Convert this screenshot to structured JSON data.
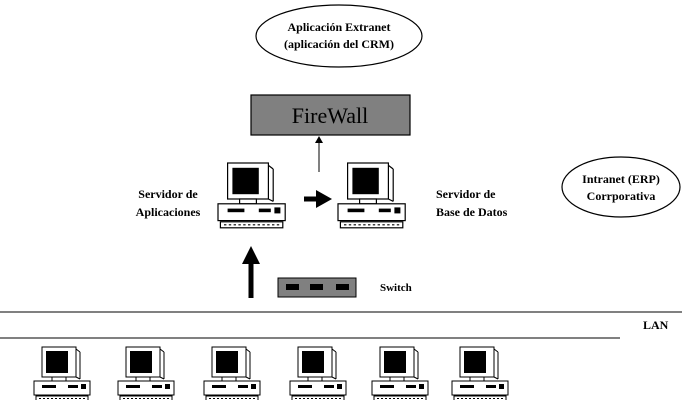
{
  "extranet": {
    "line1": "Aplicación Extranet",
    "line2": "(aplicación del CRM)"
  },
  "firewall": {
    "label": "FireWall"
  },
  "app_server": {
    "line1": "Servidor de",
    "line2": "Aplicaciones"
  },
  "db_server": {
    "line1": "Servidor de",
    "line2": "Base de Datos"
  },
  "intranet": {
    "line1": "Intranet (ERP)",
    "line2": "Corrporativa"
  },
  "switch": {
    "label": "Switch"
  },
  "lan": {
    "label": "LAN"
  },
  "workstations": {
    "count": 6
  },
  "colors": {
    "firewall_fill": "#808080",
    "line": "#000000",
    "screen": "#000000",
    "computer_body": "#ffffff"
  },
  "icons": {
    "computer": "desktop-computer-icon",
    "switch": "network-switch-icon"
  }
}
